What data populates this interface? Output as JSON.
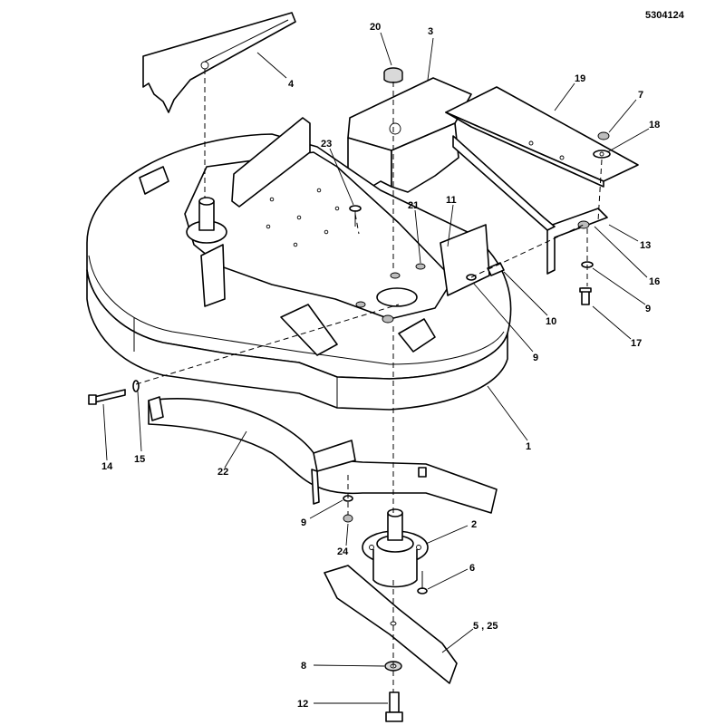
{
  "document_number": "5304124",
  "callouts": {
    "c1": "1",
    "c2": "2",
    "c3": "3",
    "c4": "4",
    "c5": "5 , 25",
    "c6": "6",
    "c7": "7",
    "c8": "8",
    "c9a": "9",
    "c9b": "9",
    "c9c": "9",
    "c10": "10",
    "c11": "11",
    "c12": "12",
    "c13": "13",
    "c14": "14",
    "c15": "15",
    "c16": "16",
    "c17": "17",
    "c18": "18",
    "c19": "19",
    "c20": "20",
    "c21": "21",
    "c22": "22",
    "c23": "23",
    "c24": "24"
  }
}
